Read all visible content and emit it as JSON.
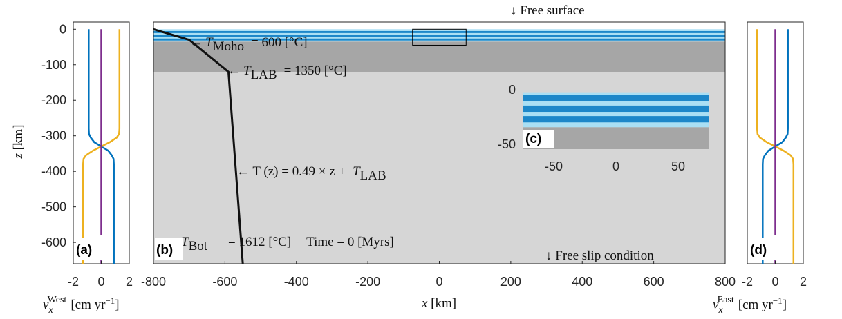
{
  "chart_data": [
    {
      "panel": "(a)",
      "type": "line",
      "xlabel": "v_x^West [cm yr^-1]",
      "xlabel_base": "v",
      "xlabel_sub": "x",
      "xlabel_sup": "West",
      "xlabel_unit_pre": "[cm yr",
      "xlabel_unit_sup": "−1",
      "xlabel_unit_post": "]",
      "ylabel": "z [km]",
      "ylabel_var": "z",
      "ylabel_unit": "[km]",
      "xlim": [
        -2,
        2
      ],
      "ylim": [
        -660,
        20
      ],
      "xticks": [
        -2,
        0,
        2
      ],
      "xtick_labels": [
        "-2",
        "0",
        "2"
      ],
      "yticks": [
        0,
        -100,
        -200,
        -300,
        -400,
        -500,
        -600
      ],
      "ytick_labels": [
        "0",
        "-100",
        "-200",
        "-300",
        "-400",
        "-500",
        "-600"
      ],
      "series": [
        {
          "color": "#0072bd",
          "x": [
            -0.9,
            -0.9,
            -0.9,
            -0.88,
            -0.75,
            -0.5,
            0,
            0.5,
            0.75,
            0.88,
            0.9,
            0.9,
            0.9
          ],
          "y": [
            0,
            -200,
            -280,
            -295,
            -305,
            -318,
            -330,
            -342,
            -355,
            -365,
            -380,
            -500,
            -660
          ]
        },
        {
          "color": "#edb120",
          "x": [
            1.3,
            1.3,
            1.3,
            1.27,
            1.1,
            0.6,
            0,
            -0.6,
            -1.1,
            -1.27,
            -1.3,
            -1.3,
            -1.3
          ],
          "y": [
            0,
            -200,
            -280,
            -295,
            -305,
            -318,
            -330,
            -342,
            -355,
            -365,
            -380,
            -500,
            -660
          ]
        },
        {
          "color": "#7e2f8e",
          "x": [
            0,
            0
          ],
          "y": [
            0,
            -580
          ]
        },
        {
          "color": "#7e2f8e",
          "x": [
            0,
            0
          ],
          "y": [
            -650,
            -660
          ]
        }
      ]
    },
    {
      "panel": "(b)",
      "type": "line",
      "xlabel": "x [km]",
      "xlabel_var": "x",
      "xlabel_unit": "[km]",
      "xlim": [
        -800,
        800
      ],
      "ylim": [
        -660,
        20
      ],
      "xticks": [
        -800,
        -600,
        -400,
        -200,
        0,
        200,
        400,
        600,
        800
      ],
      "xtick_labels": [
        "-800",
        "-600",
        "-400",
        "-200",
        "0",
        "200",
        "400",
        "600",
        "800"
      ],
      "layers": [
        {
          "name": "crust",
          "top": 0,
          "bottom": -35,
          "color": "#a9dff4",
          "stripe_color": "#1c87c9"
        },
        {
          "name": "lithospheric mantle",
          "top": -35,
          "bottom": -120,
          "color": "#a6a6a6"
        },
        {
          "name": "asthenosphere",
          "top": -120,
          "bottom": -660,
          "color": "#d6d6d6"
        }
      ],
      "temperature_profile": {
        "color": "#111111",
        "x": [
          -800,
          -700,
          -590,
          -550
        ],
        "y": [
          0,
          -30,
          -120,
          -660
        ]
      },
      "inset_box": {
        "x": [
          -75,
          75
        ],
        "y": [
          -45,
          0
        ]
      },
      "annotations": {
        "free_surface": "↓ Free surface",
        "free_slip": "↓ Free slip condition",
        "t_moho_arrow": "←",
        "t_moho_sym": "T",
        "t_moho_sub": "Moho",
        "t_moho_rhs": "=  600 [°C]",
        "t_lab_arrow": "←",
        "t_lab_sym": "T",
        "t_lab_sub": "LAB",
        "t_lab_rhs": "=  1350 [°C]",
        "t_z_pre": "← T (z)  =  0.49 × z +",
        "t_z_sym": "T",
        "t_z_sub": "LAB",
        "t_bot_sym": "T",
        "t_bot_sub": "Bot",
        "t_bot_rhs": "=  1612 [°C]",
        "time_text": "Time = 0 [Myrs]"
      }
    },
    {
      "panel": "(c)",
      "type": "image",
      "xlim": [
        -75,
        75
      ],
      "ylim": [
        -55,
        5
      ],
      "xticks": [
        -50,
        0,
        50
      ],
      "xtick_labels": [
        "-50",
        "0",
        "50"
      ],
      "yticks": [
        0,
        -50
      ],
      "ytick_labels": [
        "0",
        "-50"
      ],
      "layers": [
        {
          "name": "crust",
          "top": -3,
          "bottom": -35,
          "color": "#a9dff4",
          "stripe_color": "#1c87c9"
        },
        {
          "name": "lithospheric mantle",
          "top": -35,
          "bottom": -55,
          "color": "#a6a6a6"
        }
      ]
    },
    {
      "panel": "(d)",
      "type": "line",
      "xlabel": "v_x^East [cm yr^-1]",
      "xlabel_base": "v",
      "xlabel_sub": "x",
      "xlabel_sup": "East",
      "xlabel_unit_pre": "[cm yr",
      "xlabel_unit_sup": "−1",
      "xlabel_unit_post": "]",
      "xlim": [
        -2,
        2
      ],
      "ylim": [
        -660,
        20
      ],
      "xticks": [
        -2,
        0,
        2
      ],
      "xtick_labels": [
        "-2",
        "0",
        "2"
      ],
      "series": [
        {
          "color": "#0072bd",
          "x": [
            0.9,
            0.9,
            0.9,
            0.88,
            0.75,
            0.5,
            0,
            -0.5,
            -0.75,
            -0.88,
            -0.9,
            -0.9,
            -0.9
          ],
          "y": [
            0,
            -200,
            -280,
            -295,
            -305,
            -318,
            -330,
            -342,
            -355,
            -365,
            -380,
            -500,
            -660
          ]
        },
        {
          "color": "#edb120",
          "x": [
            -1.3,
            -1.3,
            -1.3,
            -1.27,
            -1.1,
            -0.6,
            0,
            0.6,
            1.1,
            1.27,
            1.3,
            1.3,
            1.3
          ],
          "y": [
            0,
            -200,
            -280,
            -295,
            -305,
            -318,
            -330,
            -342,
            -355,
            -365,
            -380,
            -500,
            -660
          ]
        },
        {
          "color": "#7e2f8e",
          "x": [
            0,
            0
          ],
          "y": [
            0,
            -580
          ]
        },
        {
          "color": "#7e2f8e",
          "x": [
            0,
            0
          ],
          "y": [
            -650,
            -660
          ]
        }
      ]
    }
  ]
}
